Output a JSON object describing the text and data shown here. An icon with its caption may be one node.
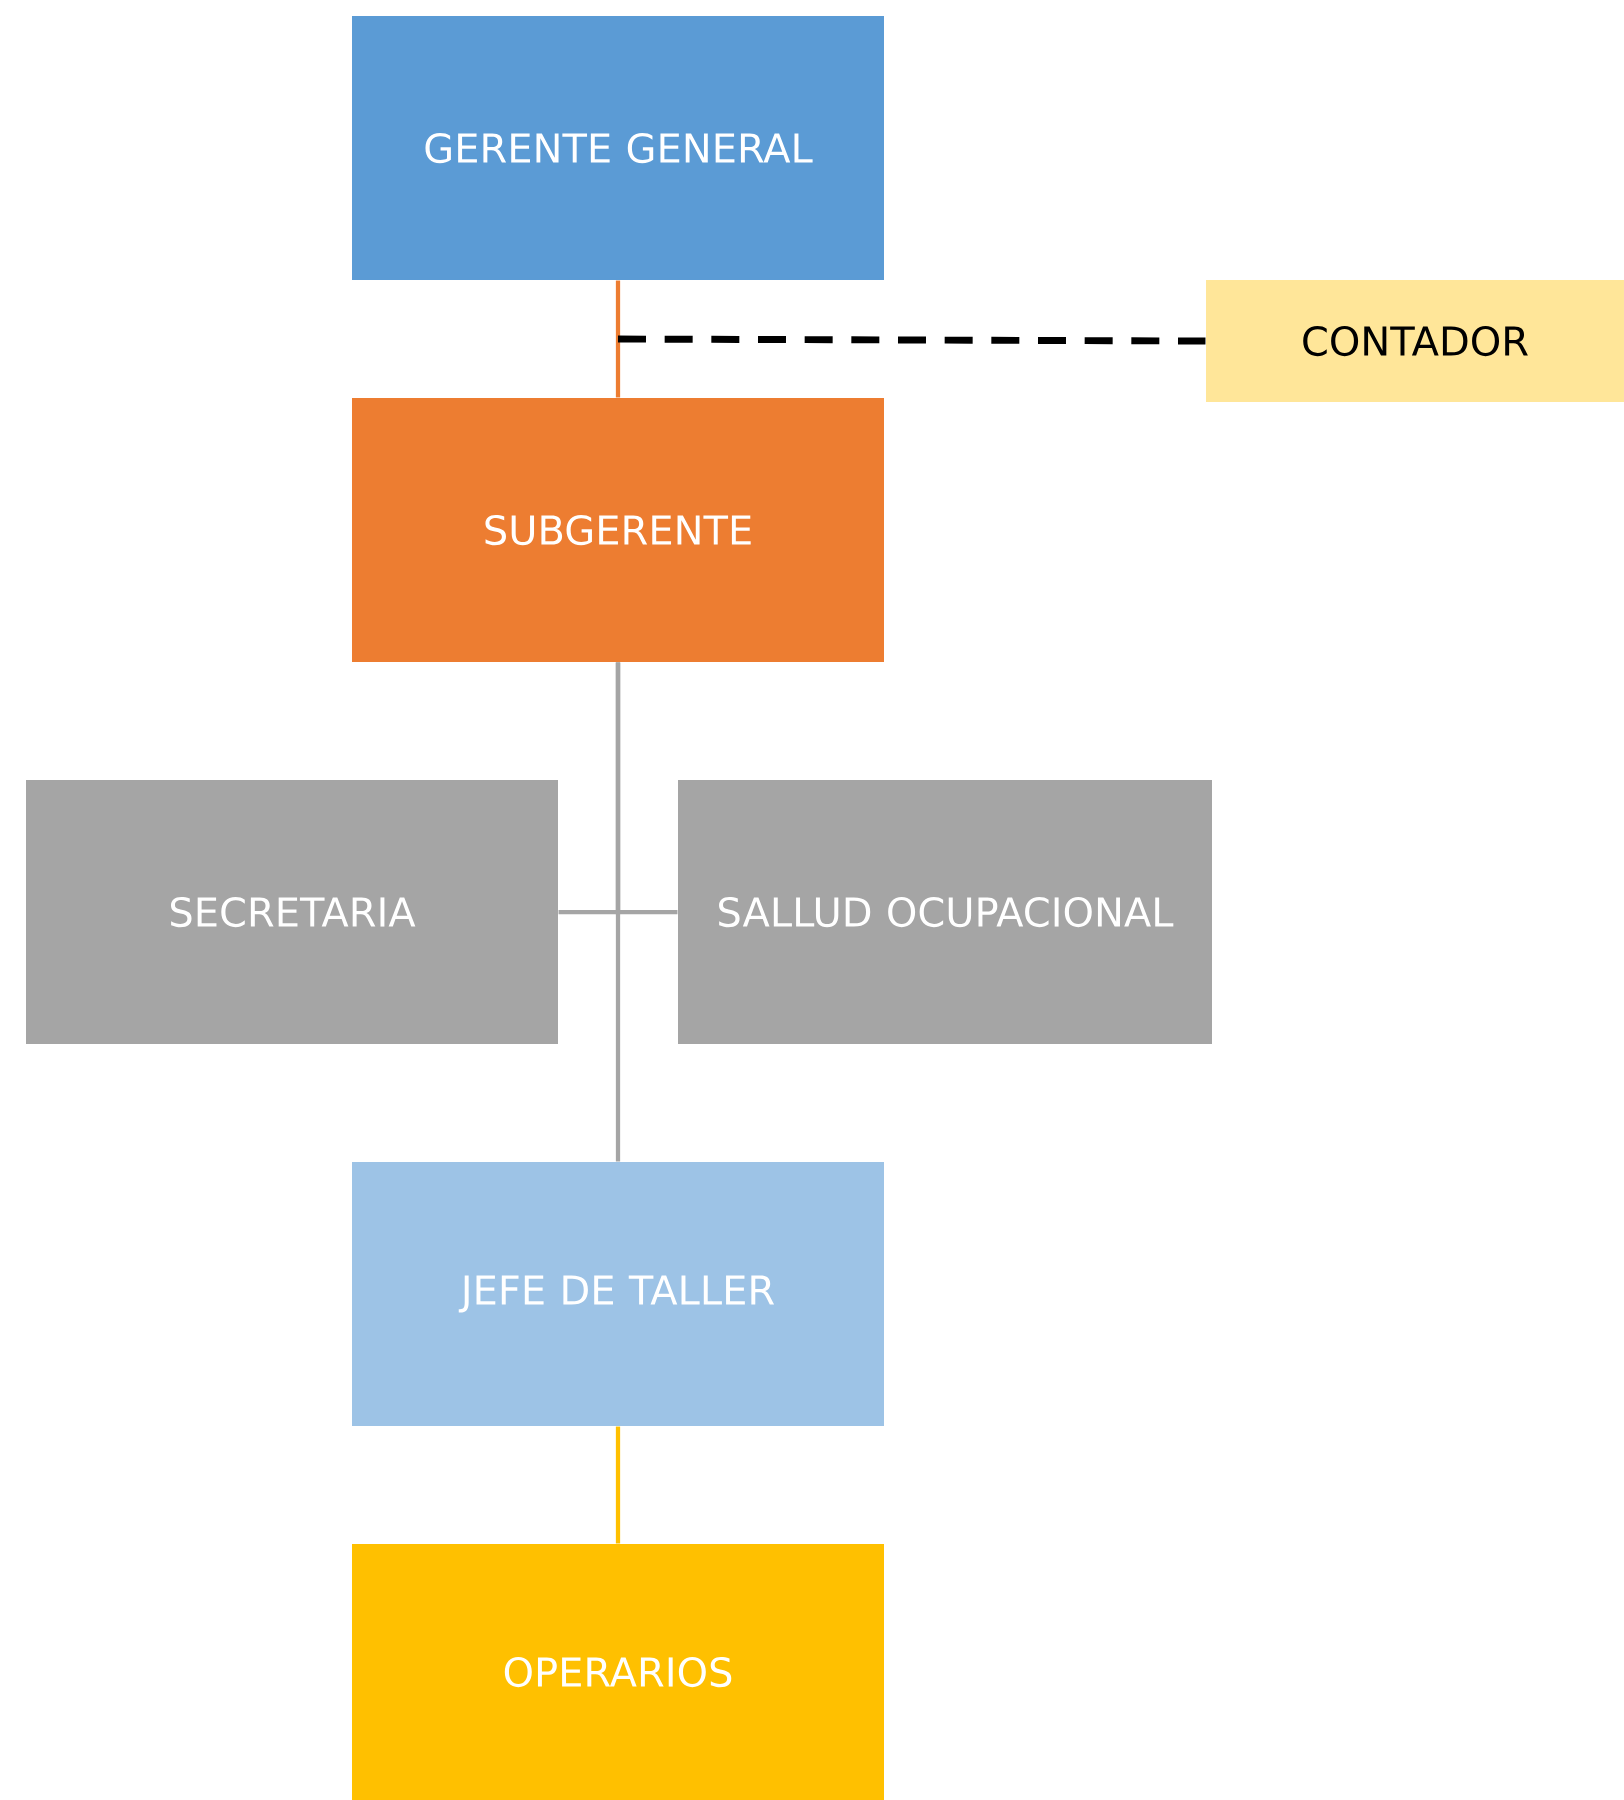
{
  "diagram": {
    "nodes": [
      {
        "text": [
          "GERENTE GENERAL"
        ]
      },
      {
        "text": [
          "CONTADOR"
        ]
      },
      {
        "text": [
          "SUBGERENTE"
        ]
      },
      {
        "text": [
          "SECRETARIA"
        ]
      },
      {
        "text": [
          "SALLUD OCUPACIONAL"
        ]
      },
      {
        "text": [
          "JEFE DE TALLER"
        ]
      },
      {
        "text": [
          "OPERARIOS"
        ]
      }
    ],
    "edges": [
      {
        "from": 0,
        "to": 2,
        "arrow": "none",
        "color": "#ed7d31"
      },
      {
        "from": null,
        "to": 1,
        "arrow": "none",
        "style": "dashed",
        "color": "#000000"
      },
      {
        "from": 2,
        "to": 3,
        "arrow": "none",
        "color": "#a5a5a5"
      },
      {
        "from": 2,
        "to": 4,
        "arrow": "none",
        "color": "#a5a5a5"
      },
      {
        "from": 2,
        "to": 5,
        "arrow": "none",
        "color": "#a5a5a5"
      },
      {
        "from": 5,
        "to": 6,
        "arrow": "none",
        "color": "#ffc000"
      }
    ]
  }
}
